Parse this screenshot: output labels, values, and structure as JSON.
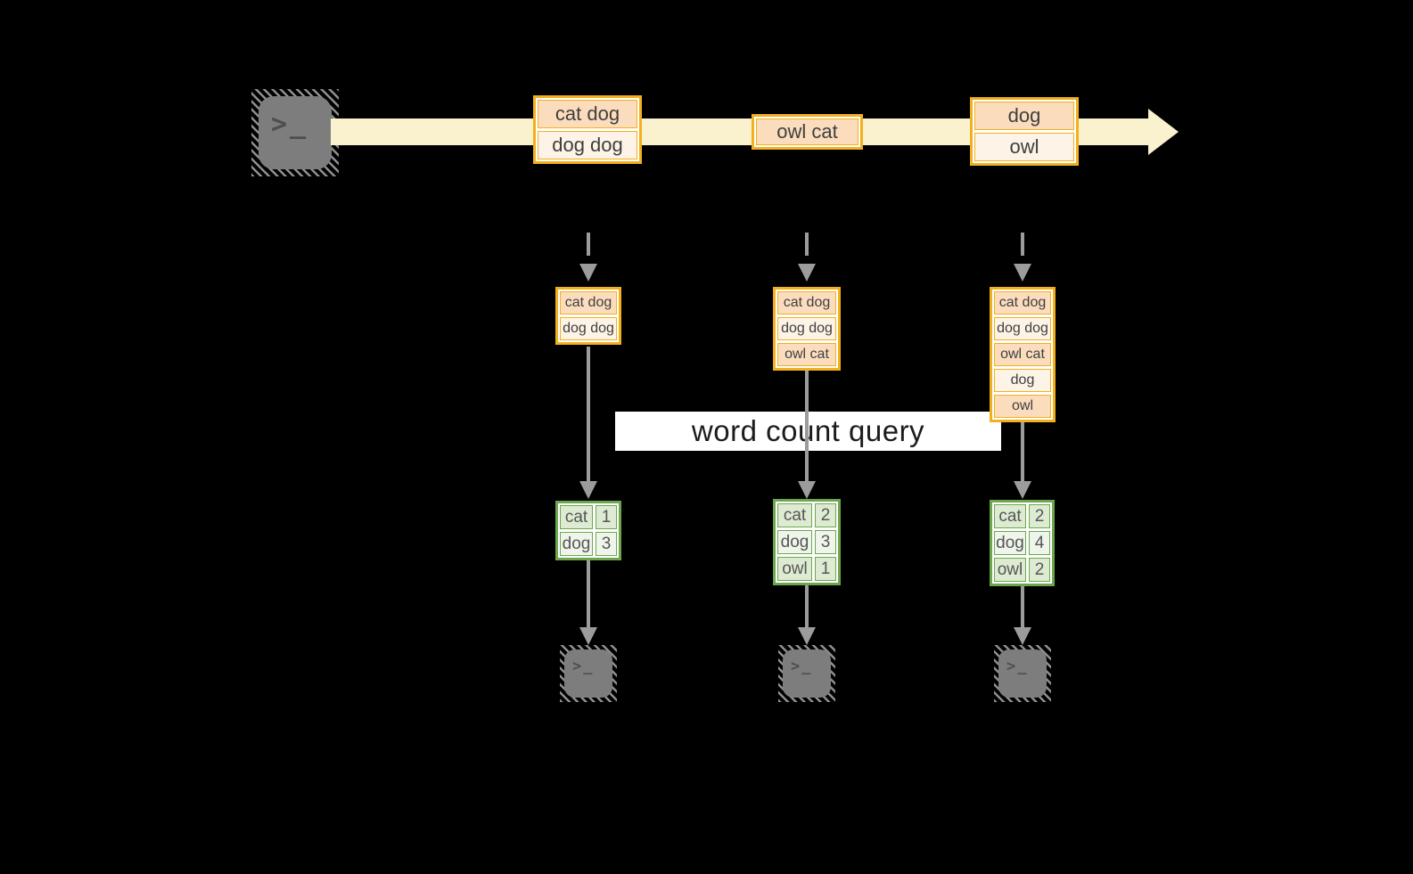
{
  "query_label": "word count query",
  "terminal_glyph": ">_",
  "colors": {
    "background": "#000000",
    "stream_band": "#FAF1CF",
    "event_border": "#F2B01E",
    "event_cell_dark": "#FBDDBE",
    "event_cell_light": "#FDF3E6",
    "table_border": "#6CA74D",
    "table_cell_dark": "#DEEBD3",
    "table_cell_light": "#EFF5EB",
    "arrow_gray": "#9C9C9C",
    "query_band": "#FFFFFF"
  },
  "stream": {
    "events": [
      {
        "lines": [
          "cat dog",
          "dog dog"
        ]
      },
      {
        "lines": [
          "owl cat"
        ]
      },
      {
        "lines": [
          "dog",
          "owl"
        ]
      }
    ]
  },
  "columns": [
    {
      "input_lines": [
        "cat dog",
        "dog dog"
      ],
      "result_rows": [
        {
          "word": "cat",
          "count": "1"
        },
        {
          "word": "dog",
          "count": "3"
        }
      ]
    },
    {
      "input_lines": [
        "cat dog",
        "dog dog",
        "owl cat"
      ],
      "result_rows": [
        {
          "word": "cat",
          "count": "2"
        },
        {
          "word": "dog",
          "count": "3"
        },
        {
          "word": "owl",
          "count": "1"
        }
      ]
    },
    {
      "input_lines": [
        "cat dog",
        "dog dog",
        "owl cat",
        "dog",
        "owl"
      ],
      "result_rows": [
        {
          "word": "cat",
          "count": "2"
        },
        {
          "word": "dog",
          "count": "4"
        },
        {
          "word": "owl",
          "count": "2"
        }
      ]
    }
  ]
}
